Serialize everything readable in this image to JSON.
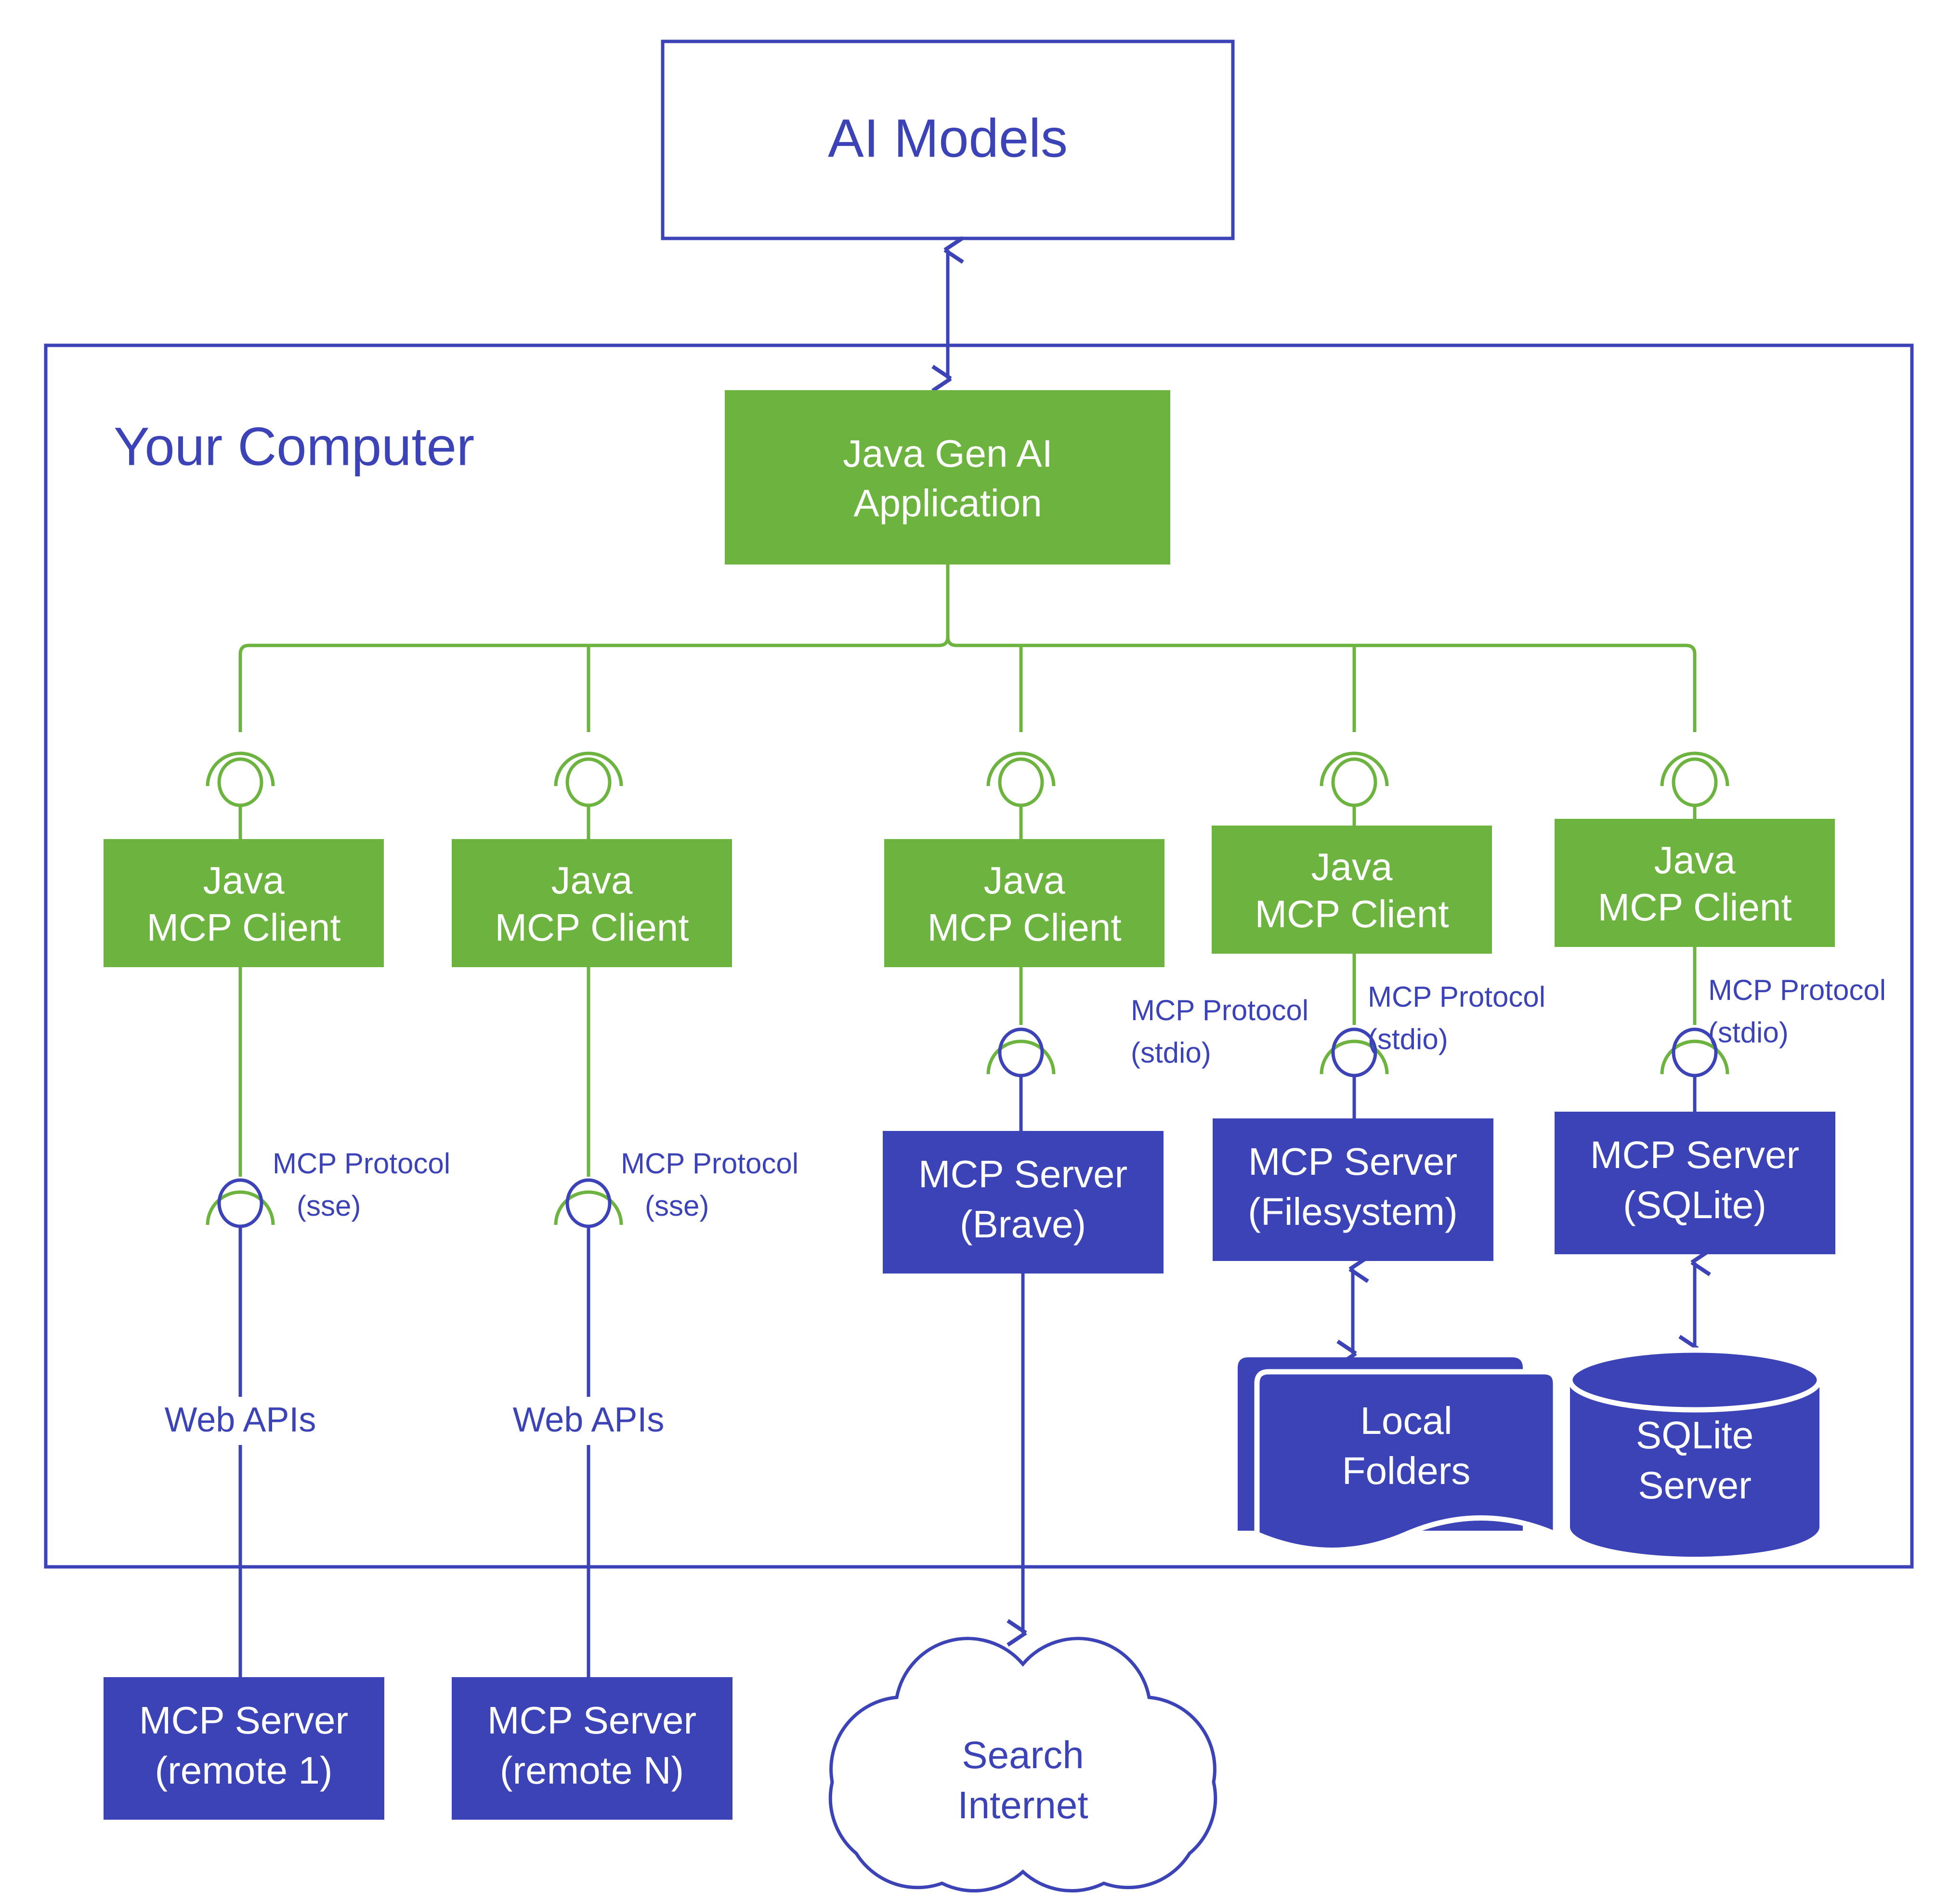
{
  "diagram": {
    "title": "AI Models",
    "colors": {
      "green": "#6cb33f",
      "blue": "#3b43b6",
      "background": "#ffffff"
    },
    "ai_models": {
      "label": "AI Models"
    },
    "computer_boundary": {
      "label": "Your Computer"
    },
    "application": {
      "line1": "Java Gen AI",
      "line2": "Application"
    },
    "clients": [
      {
        "id": "client-1",
        "line1": "Java",
        "line2": "MCP Client"
      },
      {
        "id": "client-2",
        "line1": "Java",
        "line2": "MCP Client"
      },
      {
        "id": "client-3",
        "line1": "Java",
        "line2": "MCP Client"
      },
      {
        "id": "client-4",
        "line1": "Java",
        "line2": "MCP Client"
      },
      {
        "id": "client-5",
        "line1": "Java",
        "line2": "MCP Client"
      }
    ],
    "protocol_labels": [
      {
        "id": "proto-sse-1",
        "line1": "MCP Protocol",
        "line2": "(sse)"
      },
      {
        "id": "proto-sse-2",
        "line1": "MCP Protocol",
        "line2": "(sse)"
      },
      {
        "id": "proto-stdio-1",
        "line1": "MCP Protocol",
        "line2": "(stdio)"
      },
      {
        "id": "proto-stdio-2",
        "line1": "MCP Protocol",
        "line2": "(stdio)"
      },
      {
        "id": "proto-stdio-3",
        "line1": "MCP Protocol",
        "line2": "(stdio)"
      }
    ],
    "edge_labels": [
      {
        "id": "web-apis-1",
        "text": "Web APIs"
      },
      {
        "id": "web-apis-2",
        "text": "Web APIs"
      }
    ],
    "servers_local": [
      {
        "id": "server-brave",
        "line1": "MCP Server",
        "line2": "(Brave)"
      },
      {
        "id": "server-filesystem",
        "line1": "MCP Server",
        "line2": "(Filesystem)"
      },
      {
        "id": "server-sqlite",
        "line1": "MCP Server",
        "line2": "(SQLite)"
      }
    ],
    "servers_remote": [
      {
        "id": "server-remote-1",
        "line1": "MCP Server",
        "line2": "(remote 1)"
      },
      {
        "id": "server-remote-n",
        "line1": "MCP Server",
        "line2": "(remote N)"
      }
    ],
    "resources": [
      {
        "id": "local-folders",
        "line1": "Local",
        "line2": "Folders",
        "shape": "folder-stack"
      },
      {
        "id": "sqlite-server",
        "line1": "SQLite",
        "line2": "Server",
        "shape": "cylinder"
      }
    ],
    "cloud": {
      "line1": "Search",
      "line2": "Internet",
      "shape": "cloud"
    }
  }
}
